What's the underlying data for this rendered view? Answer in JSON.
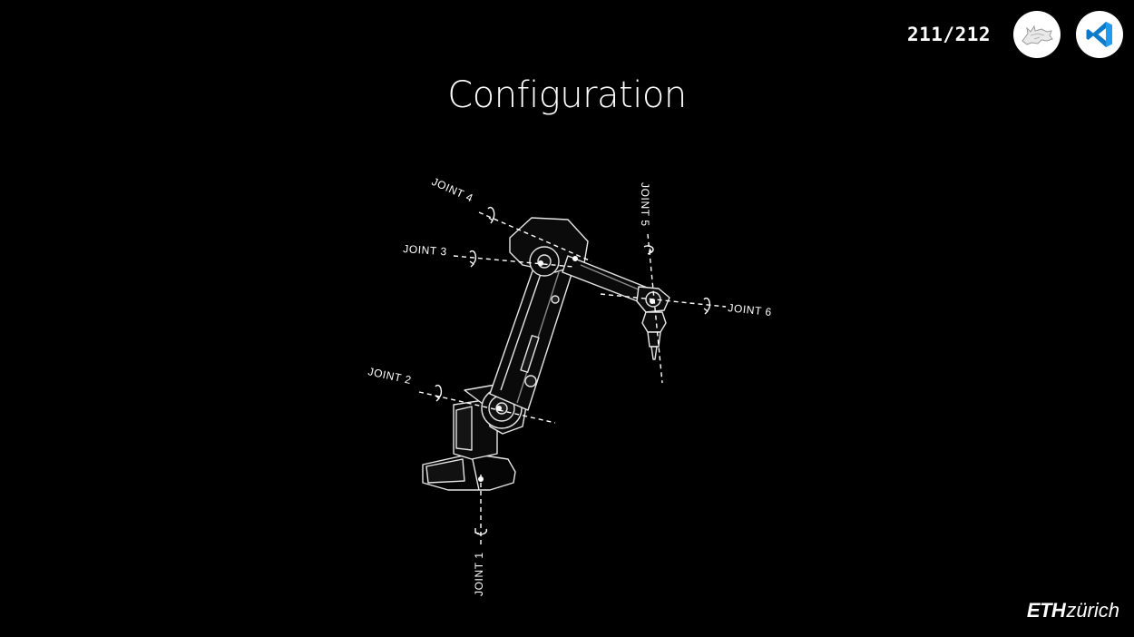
{
  "slide": {
    "counter": "211/212",
    "title": "Configuration"
  },
  "toolbar": {
    "rhino_icon": "rhino-icon",
    "vscode_icon": "vscode-icon",
    "vscode_color": "#0a7acc"
  },
  "diagram": {
    "joints": [
      {
        "label": "JOINT 1"
      },
      {
        "label": "JOINT 2"
      },
      {
        "label": "JOINT 3"
      },
      {
        "label": "JOINT 4"
      },
      {
        "label": "JOINT 5"
      },
      {
        "label": "JOINT 6"
      }
    ]
  },
  "footer": {
    "logo_eth": "ETH",
    "logo_zurich": "zürich"
  }
}
